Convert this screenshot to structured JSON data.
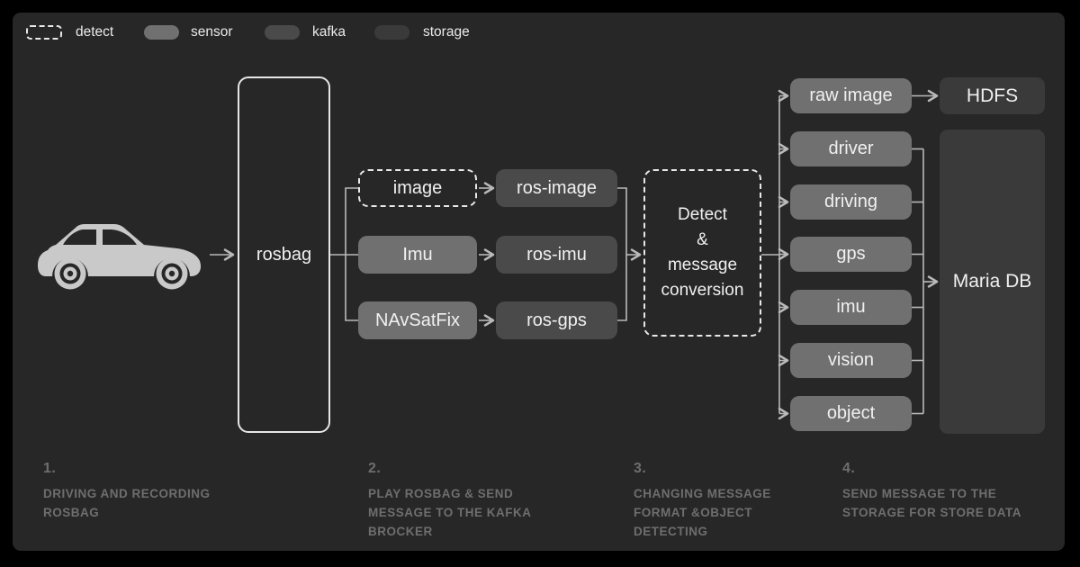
{
  "colors": {
    "background": "#000000",
    "panel": "#272727",
    "sensor_fill": "#707070",
    "kafka_fill": "#4a4a4a",
    "storage_fill": "#3a3a3a",
    "dashed_border": "#e8e8e8",
    "line": "#b9b9b9",
    "node_text": "#f0f0f0",
    "caption_text": "#6e6e6e",
    "car": "#c9c9c9"
  },
  "legend": [
    {
      "label": "detect",
      "type": "dashed"
    },
    {
      "label": "sensor",
      "type": "sensor"
    },
    {
      "label": "kafka",
      "type": "kafka"
    },
    {
      "label": "storage",
      "type": "storage"
    }
  ],
  "nodes": {
    "rosbag": "rosbag",
    "sensors": [
      "image",
      "Imu",
      "NAvSatFix"
    ],
    "kafka": [
      "ros-image",
      "ros-imu",
      "ros-gps"
    ],
    "detect_lines": [
      "Detect",
      "&",
      "message",
      "conversion"
    ],
    "topics": [
      "raw image",
      "driver",
      "driving",
      "gps",
      "imu",
      "vision",
      "object"
    ],
    "hdfs": "HDFS",
    "mariadb": "Maria DB"
  },
  "captions": [
    {
      "num": "1.",
      "lines": [
        "DRIVING AND RECORDING",
        "ROSBAG"
      ]
    },
    {
      "num": "2.",
      "lines": [
        "PLAY ROSBAG & SEND",
        "MESSAGE TO THE KAFKA",
        "BROCKER"
      ]
    },
    {
      "num": "3.",
      "lines": [
        "CHANGING MESSAGE",
        "FORMAT &OBJECT",
        "DETECTING"
      ]
    },
    {
      "num": "4.",
      "lines": [
        "SEND MESSAGE TO THE",
        "STORAGE FOR STORE DATA"
      ]
    }
  ]
}
